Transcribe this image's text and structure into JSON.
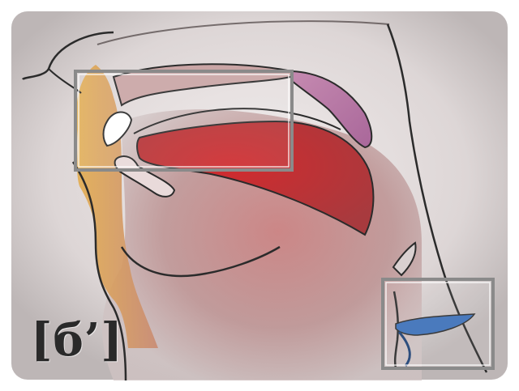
{
  "label": {
    "phoneme": "[б’]"
  },
  "colors": {
    "lips_teeth_front": "#d9a24a",
    "palate": "#b27aa0",
    "tongue": "#c0272d",
    "oral_cavity": "#c58b8b",
    "vocal_folds": "#3b6fb8",
    "outline": "#2b2b2b",
    "highlight_box": "#8a8a8a"
  },
  "highlights": [
    {
      "name": "mouth-region"
    },
    {
      "name": "larynx-region"
    }
  ]
}
